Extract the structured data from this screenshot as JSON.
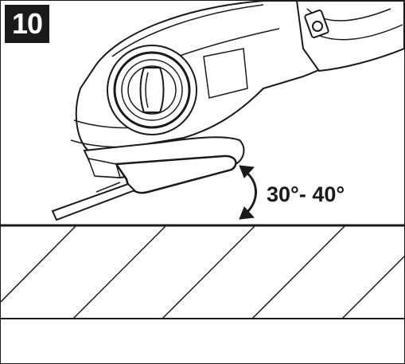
{
  "figure": {
    "number": "10",
    "angle_label": "30°- 40°"
  },
  "colors": {
    "ink": "#1a1a1a",
    "paper": "#ffffff"
  },
  "icons": [
    "angle-grinder-illustration",
    "double-arrow-icon"
  ]
}
